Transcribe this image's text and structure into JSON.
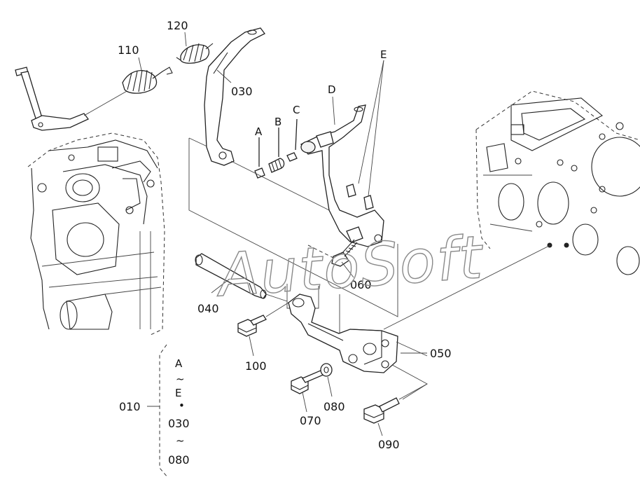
{
  "watermark": "AutoSoft",
  "callouts": {
    "p110": "110",
    "p120": "120",
    "p030": "030",
    "pA": "A",
    "pB": "B",
    "pC": "C",
    "pD": "D",
    "pE": "E",
    "p060": "060",
    "p040": "040",
    "p100": "100",
    "p050": "050",
    "p070": "070",
    "p080": "080",
    "p090": "090",
    "p010": "010"
  },
  "group_010": {
    "l1": "A",
    "l2": "~",
    "l3": "E",
    "l4": "•",
    "l5": "030",
    "l6": "~",
    "l7": "080"
  }
}
